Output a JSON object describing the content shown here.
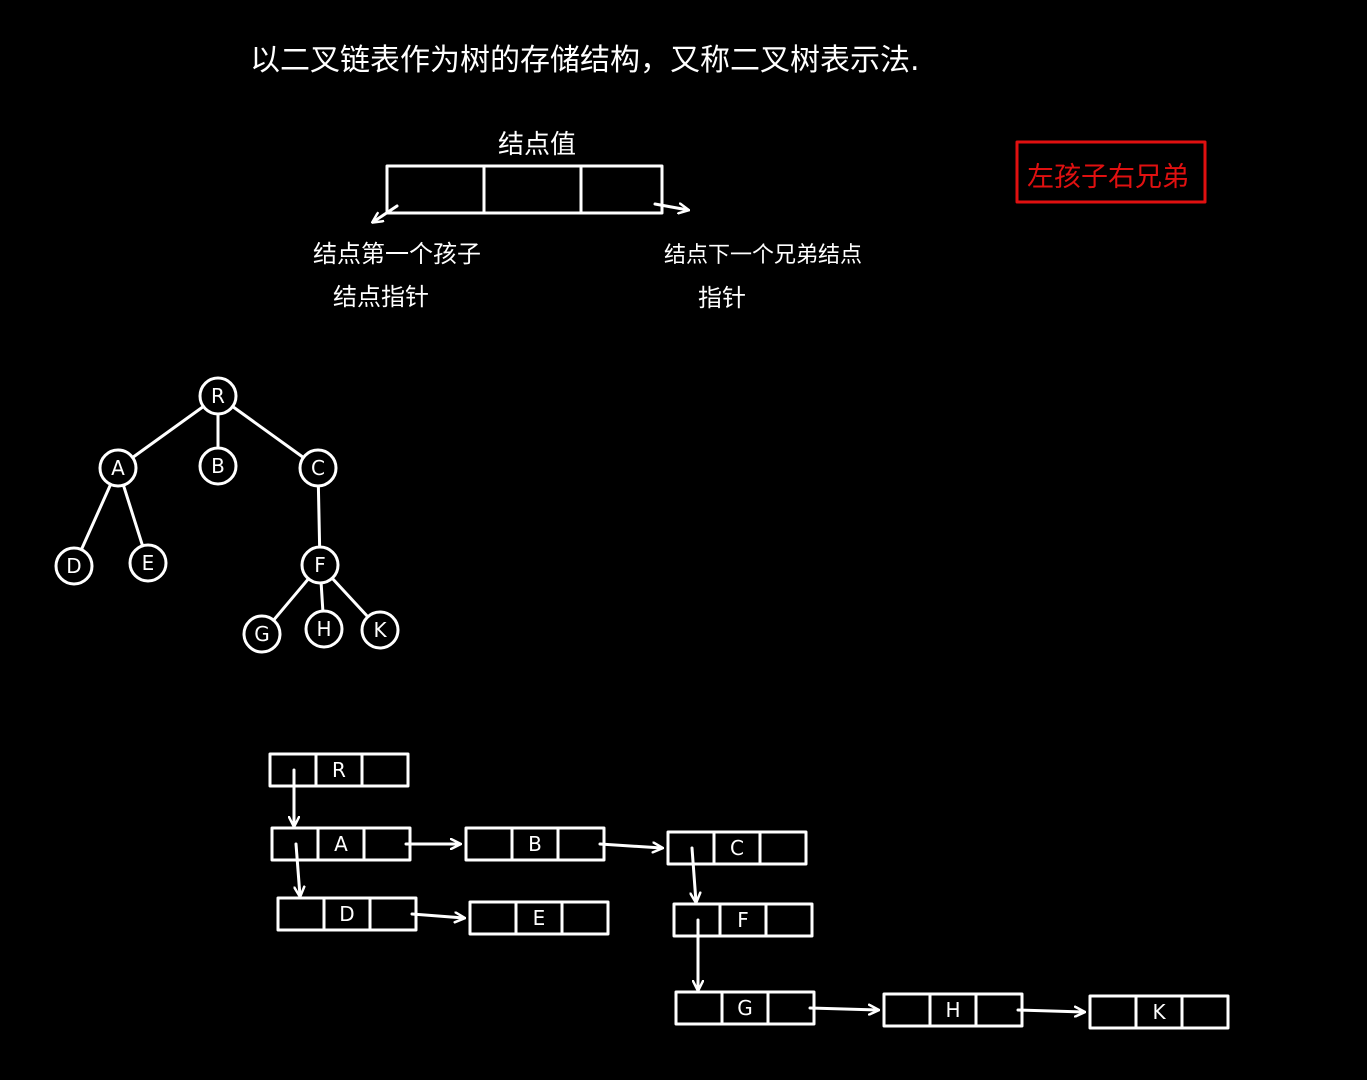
{
  "title": "以二叉链表作为树的存储结构，又称二叉树表示法.",
  "node_struct": {
    "top_label": "结点值",
    "left_label_line1": "结点第一个孩子",
    "left_label_line2": "结点指针",
    "right_label_line1": "结点下一个兄弟结点",
    "right_label_line2": "指针"
  },
  "callout": {
    "text": "左孩子右兄弟",
    "color": "#e01010"
  },
  "tree": {
    "nodes": [
      "R",
      "A",
      "B",
      "C",
      "D",
      "E",
      "F",
      "G",
      "H",
      "K"
    ],
    "edges": [
      [
        "R",
        "A"
      ],
      [
        "R",
        "B"
      ],
      [
        "R",
        "C"
      ],
      [
        "A",
        "D"
      ],
      [
        "A",
        "E"
      ],
      [
        "C",
        "F"
      ],
      [
        "F",
        "G"
      ],
      [
        "F",
        "H"
      ],
      [
        "F",
        "K"
      ]
    ]
  },
  "linked": {
    "nodes": [
      "R",
      "A",
      "B",
      "C",
      "D",
      "E",
      "F",
      "G",
      "H",
      "K"
    ],
    "child_links": [
      [
        "R",
        "A"
      ],
      [
        "A",
        "D"
      ],
      [
        "C",
        "F"
      ],
      [
        "F",
        "G"
      ]
    ],
    "sibling_links": [
      [
        "A",
        "B"
      ],
      [
        "B",
        "C"
      ],
      [
        "D",
        "E"
      ],
      [
        "G",
        "H"
      ],
      [
        "H",
        "K"
      ]
    ]
  },
  "colors": {
    "background": "#000000",
    "ink": "#ffffff",
    "accent": "#e01010"
  }
}
